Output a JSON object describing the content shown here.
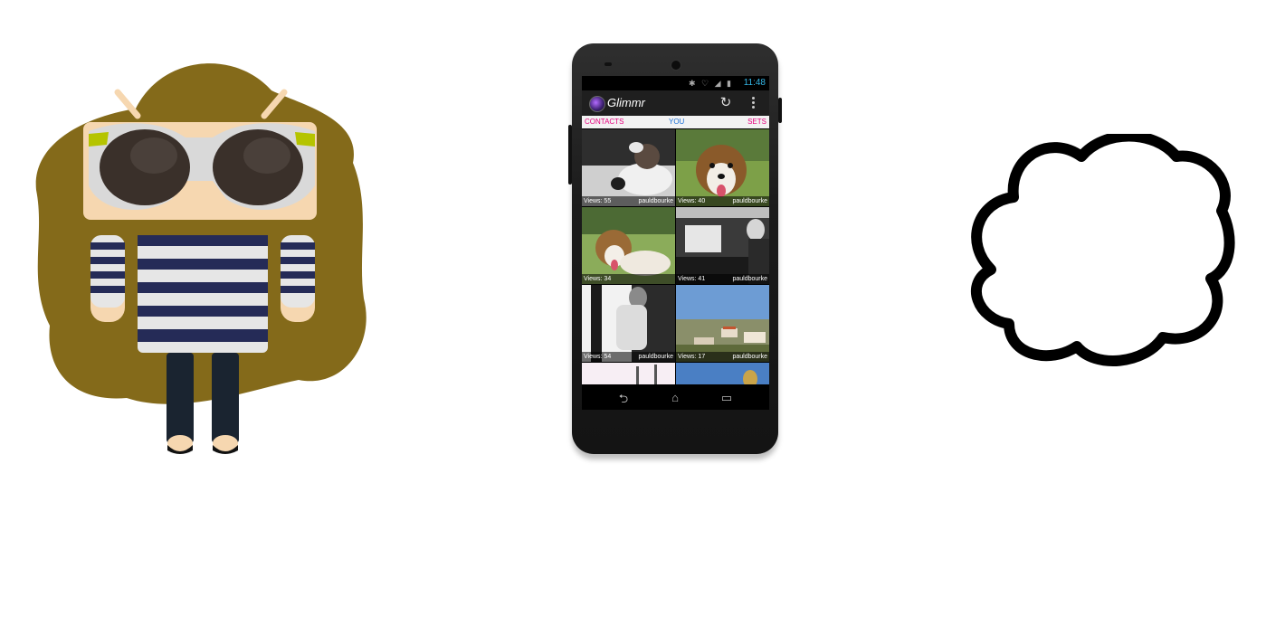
{
  "phone": {
    "status_bar": {
      "time": "11:48",
      "icons": "✱ ♡ ◢ ▮"
    },
    "action_bar": {
      "app_name": "Glimmr",
      "refresh_icon": "↻",
      "menu_icon": "overflow-menu-icon"
    },
    "tabs": [
      {
        "label": "CONTACTS",
        "color": "#e6007e"
      },
      {
        "label": "YOU",
        "color": "#1a6fd6"
      },
      {
        "label": "SETS",
        "color": "#e6007e"
      }
    ],
    "photos": [
      {
        "views": "Views: 55",
        "owner": "pauldbourke"
      },
      {
        "views": "Views: 40",
        "owner": "pauldbourke"
      },
      {
        "views": "Views: 34",
        "owner": ""
      },
      {
        "views": "Views: 41",
        "owner": "pauldbourke"
      },
      {
        "views": "Views: 54",
        "owner": "pauldbourke"
      },
      {
        "views": "Views: 17",
        "owner": "pauldbourke"
      }
    ],
    "nav": {
      "back": "⮌",
      "home": "⌂",
      "recents": "▭"
    }
  },
  "colors": {
    "accent_pink": "#e6007e",
    "accent_blue": "#1a6fd6",
    "hair": "#846a1a",
    "stripe_navy": "#252b57"
  }
}
